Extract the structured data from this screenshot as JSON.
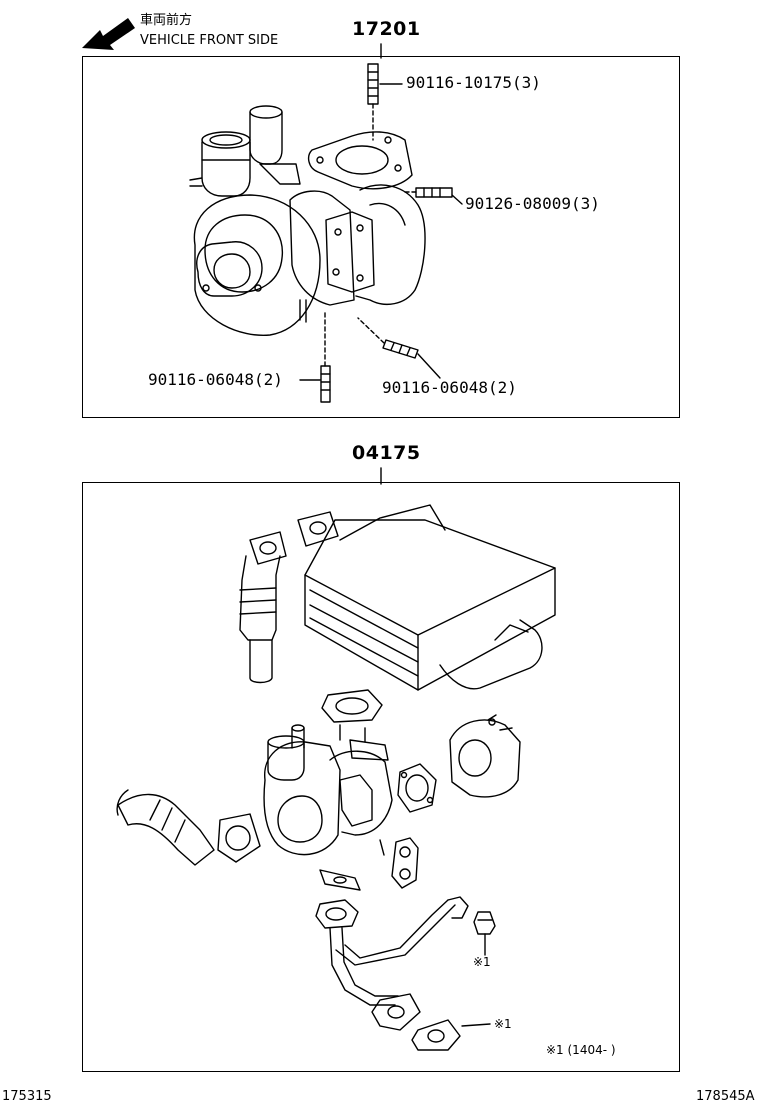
{
  "header": {
    "front_label_jp": "車両前方",
    "front_label_en": "VEHICLE FRONT SIDE",
    "arrow_icon": "arrow-icon"
  },
  "group_turbo": {
    "part_number": "17201",
    "callouts": [
      {
        "id": "stud_top",
        "label": "90116-10175(3)"
      },
      {
        "id": "stud_right",
        "label": "90126-08009(3)"
      },
      {
        "id": "stud_bottom_left",
        "label": "90116-06048(2)"
      },
      {
        "id": "stud_bottom_right",
        "label": "90116-06048(2)"
      }
    ]
  },
  "group_kit": {
    "part_number": "04175",
    "marker_label_1": "※1",
    "marker_label_2": "※1",
    "footnote": "※1 (1404-      )"
  },
  "footer": {
    "left_code": "175315",
    "right_code": "178545A"
  }
}
